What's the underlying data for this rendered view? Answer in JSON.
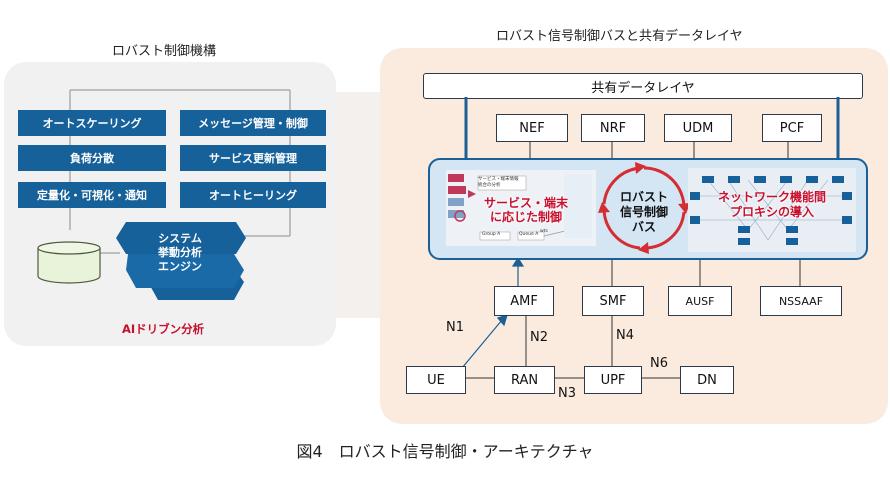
{
  "left": {
    "title": "ロバスト制御機構",
    "functions": [
      "オートスケーリング",
      "負荷分散",
      "定量化・可視化・通知",
      "メッセージ管理・制御",
      "サービス更新管理",
      "オートヒーリング"
    ],
    "engine": "システム\n挙動分析\nエンジン",
    "ai_label": "AIドリブン分析"
  },
  "right": {
    "title": "ロバスト信号制御バスと共有データレイヤ",
    "data_layer": "共有データレイヤ",
    "top_nfs": [
      "NEF",
      "NRF",
      "UDM",
      "PCF"
    ],
    "bus_left": "サービス・端末\nに応じた制御",
    "bus_center": "ロバスト\n信号制御\nバス",
    "bus_right": "ネットワーク機能間\nプロキシの導入",
    "mini_texts": [
      "サービス・端末情報",
      "統合の分析",
      "Group A",
      "Queue A",
      "wts"
    ],
    "bottom_nfs": [
      "AMF",
      "SMF",
      "AUSF",
      "NSSAAF"
    ],
    "ran_nodes": [
      "UE",
      "RAN",
      "UPF",
      "DN"
    ],
    "interfaces": [
      "N1",
      "N2",
      "N4",
      "N3",
      "N6"
    ]
  },
  "caption": "図4　ロバスト信号制御・アーキテクチャ",
  "colors": {
    "primary": "#17619b",
    "accent_red": "#c8102e",
    "bus_fill": "#d4e5f3",
    "panel_left": "#f1f1f1",
    "panel_right": "#fbebdf"
  }
}
